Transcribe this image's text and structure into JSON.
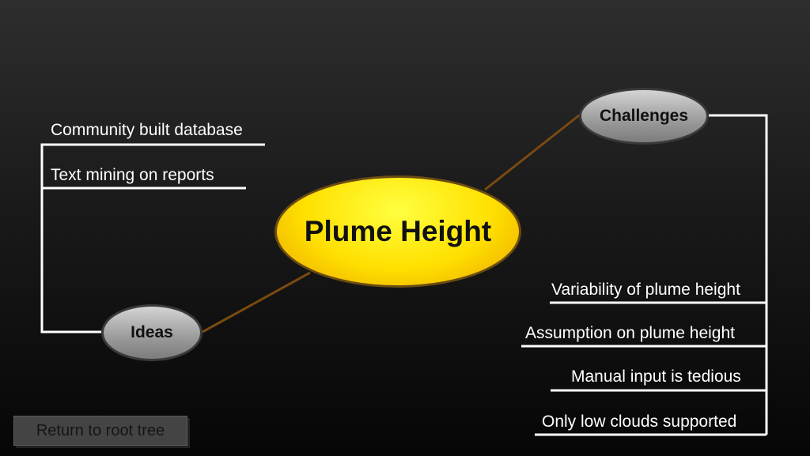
{
  "center": {
    "label": "Plume Height"
  },
  "ideas": {
    "label": "Ideas",
    "items": [
      "Community built database",
      "Text mining on reports"
    ]
  },
  "challenges": {
    "label": "Challenges",
    "items": [
      "Variability of plume height",
      "Assumption on plume height",
      "Manual input is tedious",
      "Only low clouds supported"
    ]
  },
  "nav": {
    "return_label": "Return to root tree"
  },
  "colors": {
    "connector": "#7a4a10",
    "center_fill": "#ffe000",
    "branch_line": "#ffffff"
  }
}
